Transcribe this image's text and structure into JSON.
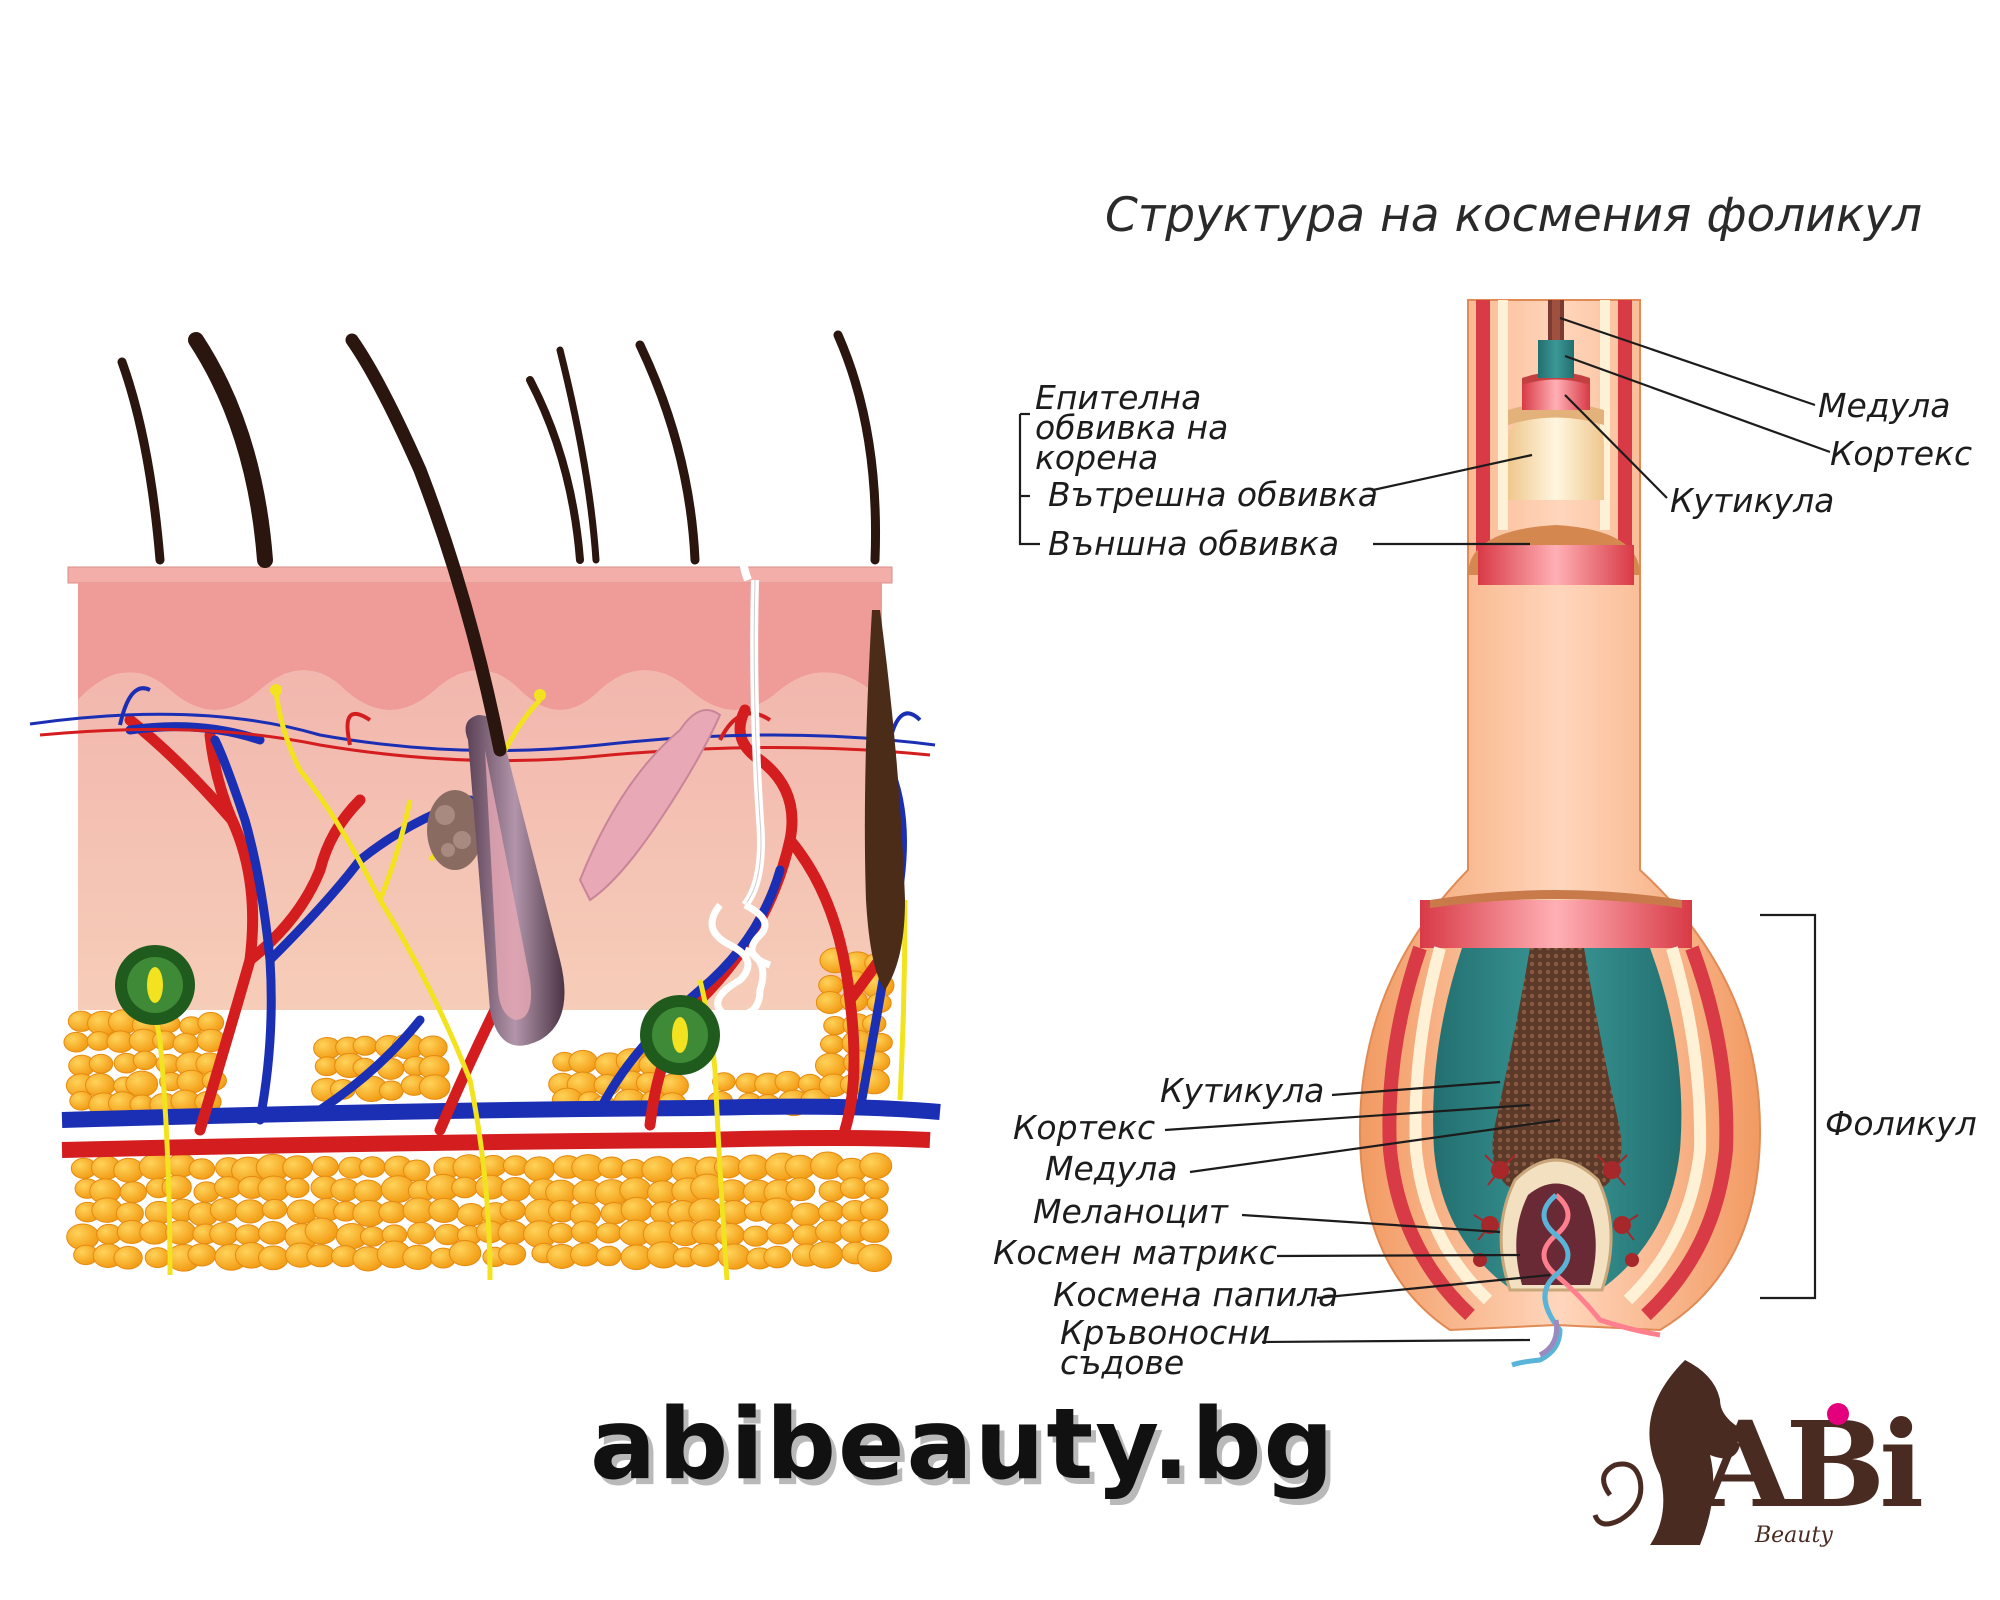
{
  "title": "Структура на космения фоликул",
  "website": "abibeauty.bg",
  "logo": {
    "text": "ABi",
    "subtext": "Beauty",
    "dot_color": "#e4007c",
    "color": "#4a2b22"
  },
  "labels_top": {
    "epithelial_sheath": "Епителна обвивка на корена",
    "inner_sheath": "Вътрешна обвивка",
    "outer_sheath": "Външна обвивка",
    "medulla": "Медула",
    "cortex": "Кортекс",
    "cuticle": "Кутикула"
  },
  "labels_bottom": {
    "cuticle": "Кутикула",
    "cortex": "Кортекс",
    "medulla": "Медула",
    "melanocyte": "Меланоцит",
    "hair_matrix": "Космен матрикс",
    "hair_papilla": "Космена папила",
    "blood_vessels": "Кръвоносни съдове"
  },
  "follicle_label": "Фоликул",
  "colors": {
    "skin_top": "#f0a7a3",
    "skin": "#f6c6b3",
    "fat": "#f6a41a",
    "artery": "#d41d1f",
    "vein": "#1b2fb4",
    "nerve": "#f2e21f",
    "hair": "#2a160f",
    "follicle_outer": "#f6b384",
    "follicle_red": "#e23e3e",
    "follicle_teal": "#2f8c8a"
  }
}
